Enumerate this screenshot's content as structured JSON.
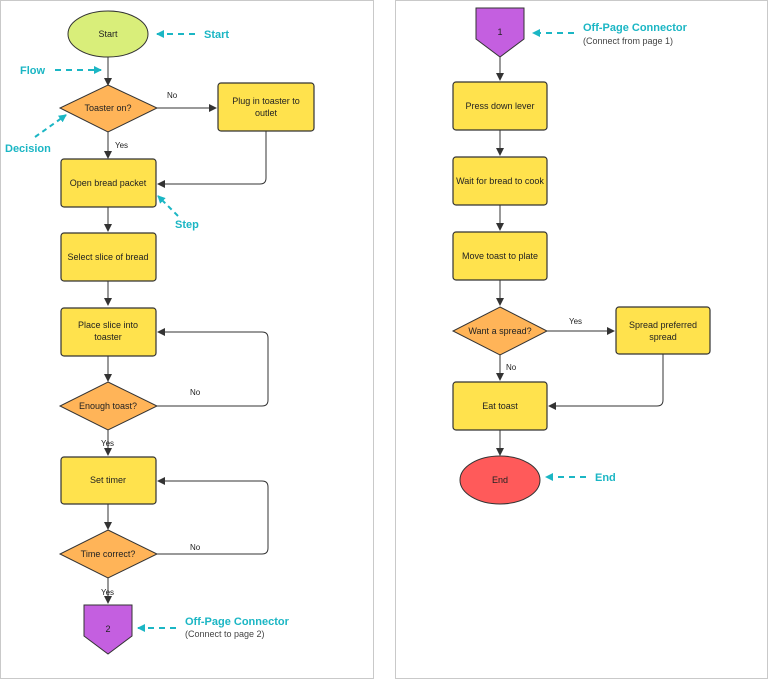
{
  "colors": {
    "start": "#d9ee7a",
    "step": "#ffe24d",
    "decision": "#ffb458",
    "connector": "#c45fe0",
    "end": "#ff5a5a",
    "callout": "#1bb6c4",
    "stroke": "#333333"
  },
  "left_page": {
    "start": "Start",
    "toaster_on": "Toaster on?",
    "plug_in": [
      "Plug in toaster to",
      "outlet"
    ],
    "open_packet": "Open bread packet",
    "select_slice": "Select slice of bread",
    "place_slice": [
      "Place slice into",
      "toaster"
    ],
    "enough_toast": "Enough toast?",
    "set_timer": "Set timer",
    "time_correct": "Time correct?",
    "connector": "2"
  },
  "right_page": {
    "connector": "1",
    "press_lever": "Press down lever",
    "wait": "Wait for bread to cook",
    "move_toast": "Move toast to plate",
    "want_spread": "Want a spread?",
    "spread": [
      "Spread preferred",
      "spread"
    ],
    "eat_toast": "Eat toast",
    "end": "End"
  },
  "edge_labels": {
    "no": "No",
    "yes": "Yes"
  },
  "callouts": {
    "start": "Start",
    "flow": "Flow",
    "decision": "Decision",
    "step": "Step",
    "offpage_left_title": "Off-Page Connector",
    "offpage_left_sub": "(Connect to page 2)",
    "offpage_right_title": "Off-Page Connector",
    "offpage_right_sub": "(Connect from page 1)",
    "end": "End"
  }
}
